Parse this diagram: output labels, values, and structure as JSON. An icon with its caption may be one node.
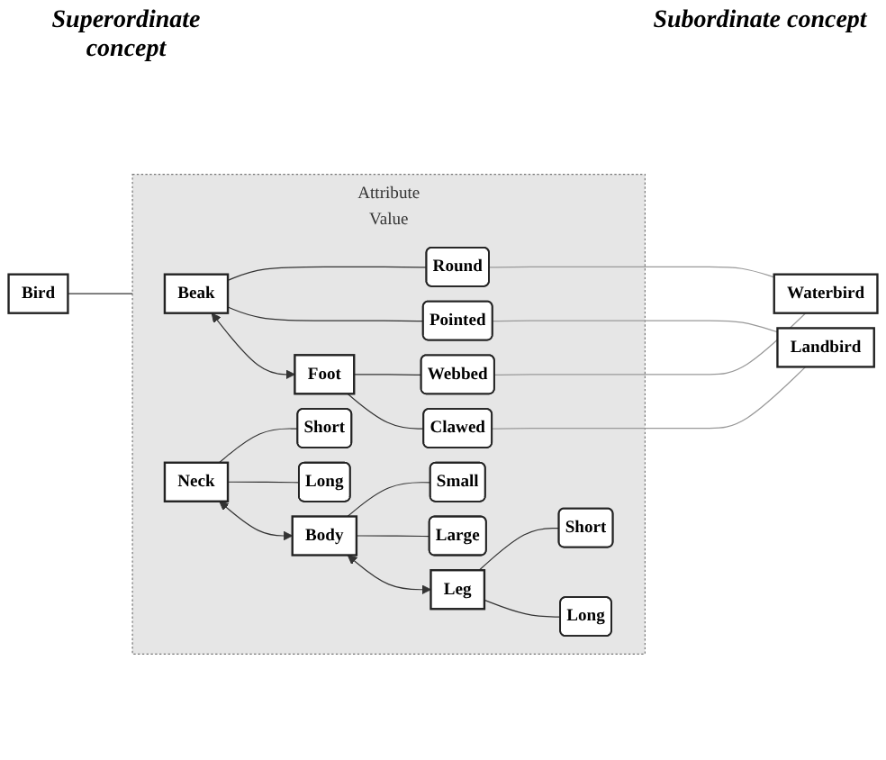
{
  "diagram": {
    "nodes": [
      {
        "text": [
          "Bird"
        ]
      },
      {
        "text": [
          "Attribute",
          "Value"
        ]
      },
      {
        "text": [
          "Beak"
        ],
        "in": 1
      },
      {
        "text": [
          "Round"
        ],
        "in": 1
      },
      {
        "text": [
          "Pointed"
        ],
        "in": 1
      },
      {
        "text": [
          "Neck"
        ],
        "in": 1
      },
      {
        "text": [
          "Short"
        ],
        "in": 1
      },
      {
        "text": [
          "Long"
        ],
        "in": 1
      },
      {
        "text": [
          "Body"
        ],
        "in": 1
      },
      {
        "text": [
          "Small"
        ],
        "in": 1
      },
      {
        "text": [
          "Large"
        ],
        "in": 1
      },
      {
        "text": [
          "Leg"
        ],
        "in": 1
      },
      {
        "text": [
          "Short"
        ],
        "in": 1
      },
      {
        "text": [
          "Long"
        ],
        "in": 1
      },
      {
        "text": [
          "Foot"
        ],
        "in": 1
      },
      {
        "text": [
          "Webbed"
        ],
        "in": 1
      },
      {
        "text": [
          "Clawed"
        ],
        "in": 1
      },
      {
        "text": [
          "Waterbird"
        ]
      },
      {
        "text": [
          "Landbird"
        ]
      }
    ],
    "edges": [
      {
        "from": 0,
        "to": 1,
        "arrow": "none"
      },
      {
        "from": 2,
        "to": 3,
        "arrow": "none"
      },
      {
        "from": 2,
        "to": 4,
        "arrow": "none"
      },
      {
        "from": 5,
        "to": 6,
        "arrow": "none"
      },
      {
        "from": 5,
        "to": 7,
        "arrow": "none"
      },
      {
        "from": 8,
        "to": 9,
        "arrow": "none"
      },
      {
        "from": 8,
        "to": 10,
        "arrow": "none"
      },
      {
        "from": 11,
        "to": 12,
        "arrow": "none"
      },
      {
        "from": 11,
        "to": 13,
        "arrow": "none"
      },
      {
        "from": 14,
        "to": 15,
        "arrow": "none"
      },
      {
        "from": 14,
        "to": 16,
        "arrow": "none"
      },
      {
        "from": 2,
        "to": 14,
        "arrow": "both"
      },
      {
        "from": 5,
        "to": 8,
        "arrow": "both"
      },
      {
        "from": 8,
        "to": 11,
        "arrow": "both"
      },
      {
        "from": 3,
        "to": 17,
        "arrow": "none",
        "color": "#999999"
      },
      {
        "from": 4,
        "to": 18,
        "arrow": "none",
        "color": "#999999"
      },
      {
        "from": 15,
        "to": 17,
        "arrow": "none",
        "color": "#999999"
      },
      {
        "from": 16,
        "to": 18,
        "arrow": "none",
        "color": "#999999"
      }
    ],
    "labels": [
      "Superordinate concept",
      "Subordinate concept"
    ]
  }
}
